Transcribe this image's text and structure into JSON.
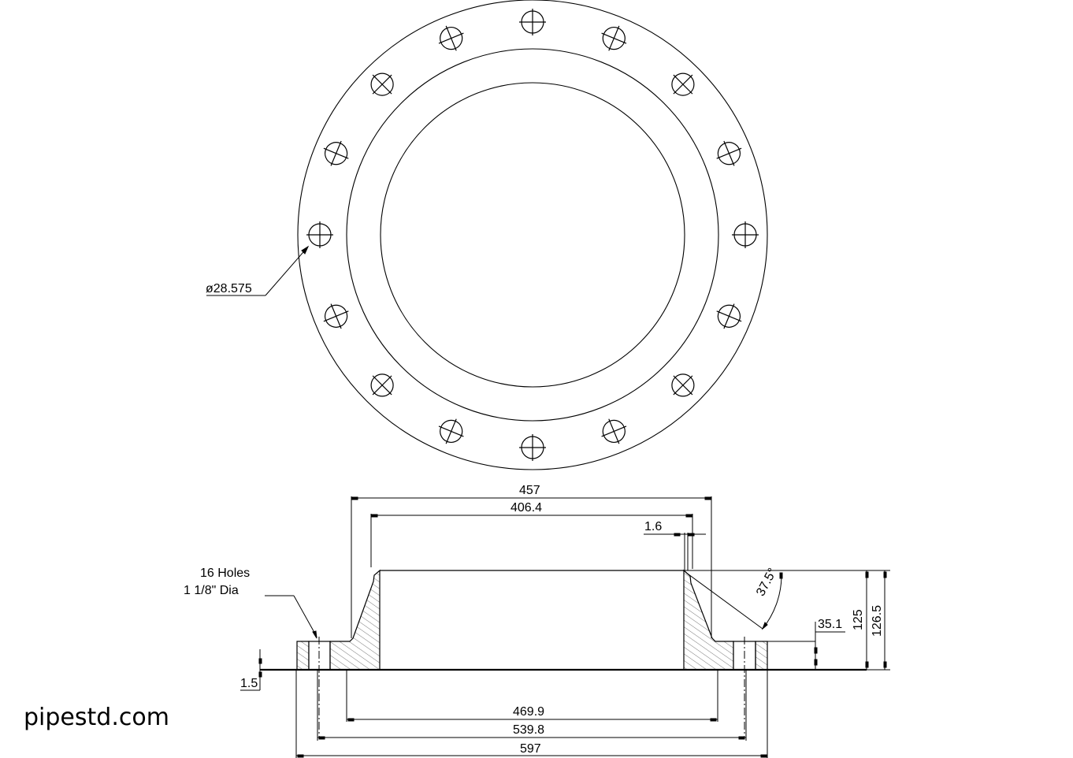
{
  "watermark": "pipestd.com",
  "plan_view": {
    "bolt_hole_callout": "ø28.575",
    "hole_count": 16
  },
  "section_view": {
    "holes_note_line1": "16 Holes",
    "holes_note_line2": "1 1/8\" Dia",
    "dims": {
      "hub_od": "457",
      "bore": "406.4",
      "bevel_land": "1.6",
      "bevel_angle": "37.5°",
      "flange_thickness": "35.1",
      "length_through_hub": "125",
      "overall_height": "126.5",
      "raised_face_height": "1.5",
      "raised_face_dia": "469.9",
      "bolt_circle": "539.8",
      "flange_od": "597"
    }
  },
  "colors": {
    "line": "#000000",
    "background": "#ffffff",
    "hatch": "#555555"
  }
}
